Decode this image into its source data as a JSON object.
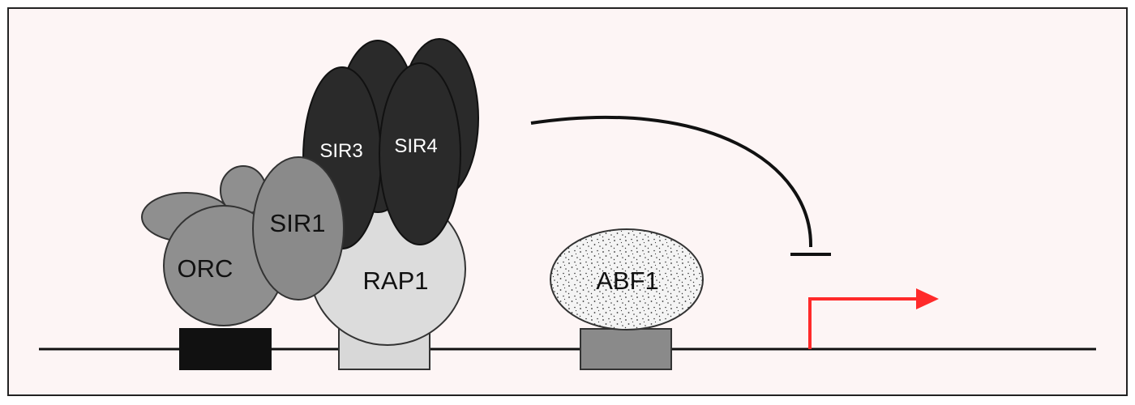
{
  "labels": {
    "orc": "ORC",
    "sir1": "SIR1",
    "sir3": "SIR3",
    "sir4": "SIR4",
    "rap1": "RAP1",
    "abf1": "ABF1"
  },
  "colors": {
    "panel_background": "#fdf5f5",
    "panel_border": "#222222",
    "dna_line": "#111111",
    "orc_site": "#111111",
    "rap1_site": "#d8d8d8",
    "abf1_site": "#8a8a8a",
    "orc_protein": "#8f8f8f",
    "sir1_protein": "#8a8a8a",
    "sir3_sir4_protein": "#2a2a2a",
    "rap1_protein": "#dcdcdc",
    "abf1_protein": "#f2f2f2",
    "repression_arc": "#111111",
    "transcription_arrow": "#ff2a2a"
  }
}
